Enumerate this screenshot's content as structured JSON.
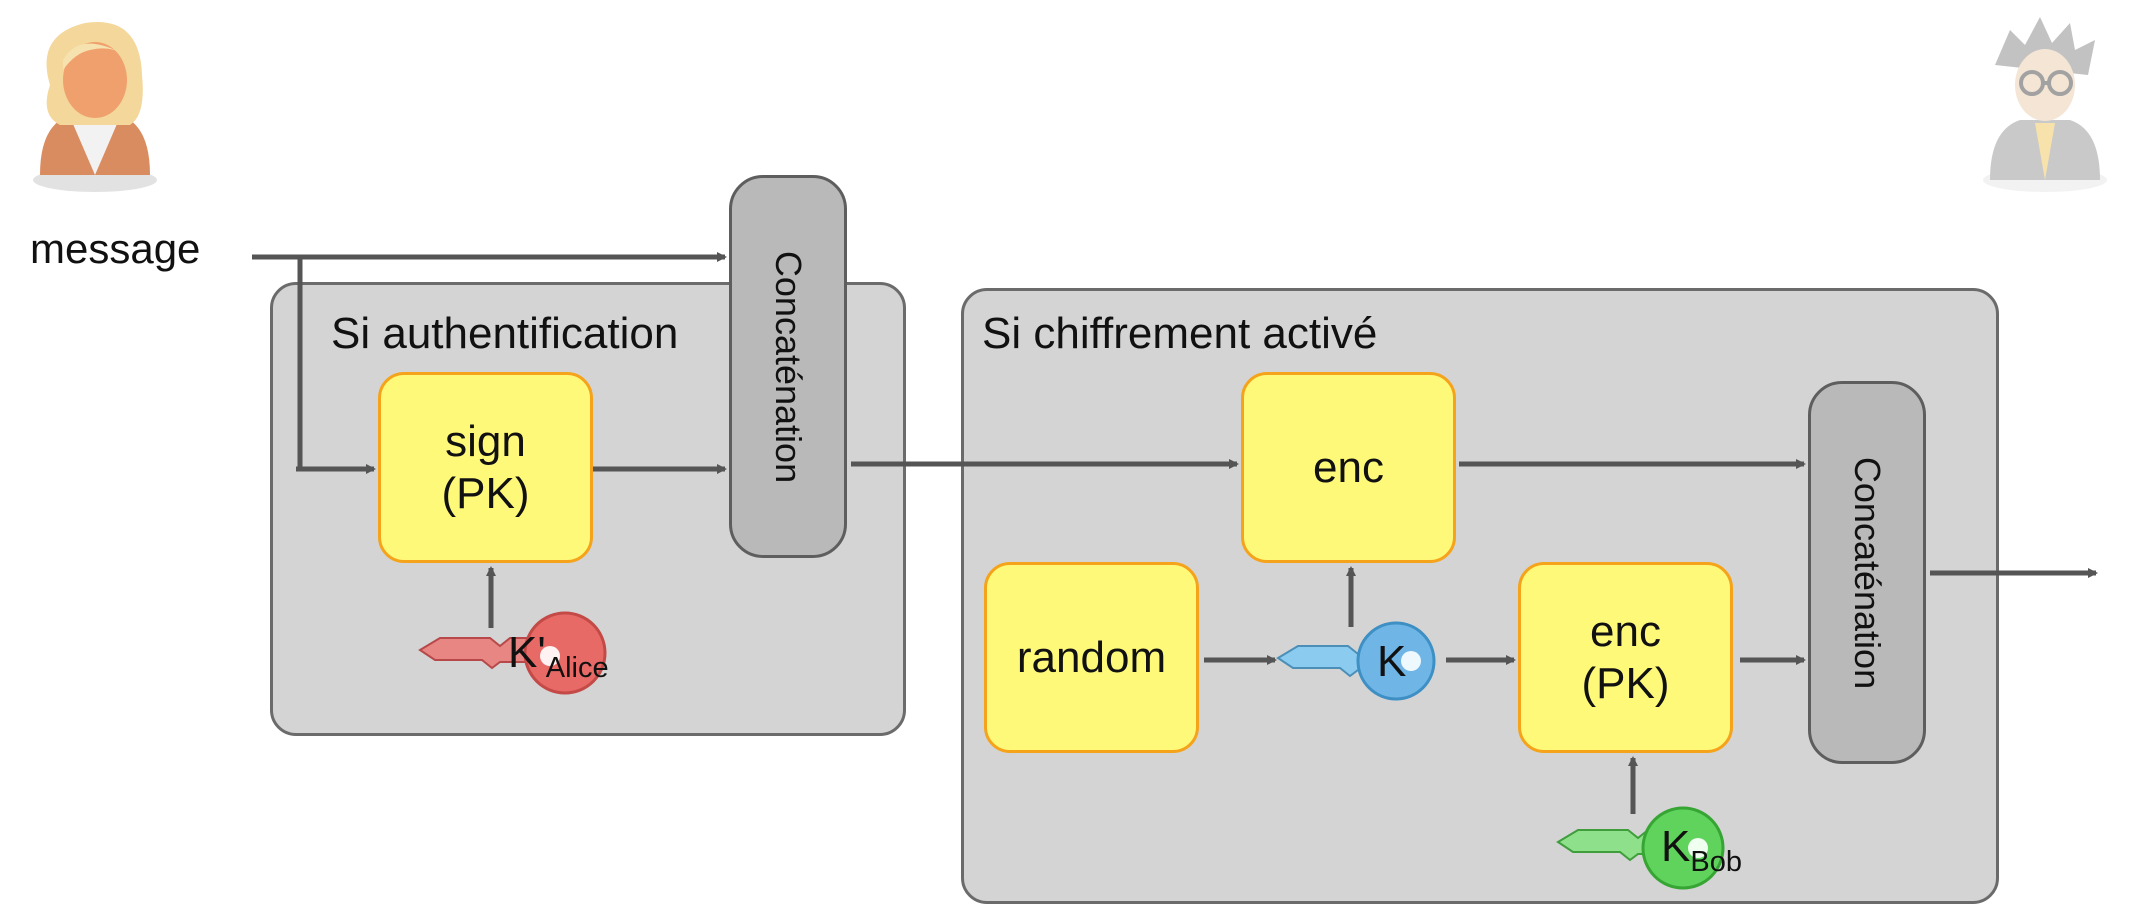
{
  "message_label": "message",
  "groups": {
    "auth": {
      "title": "Si authentification"
    },
    "enc": {
      "title": "Si chiffrement activé"
    }
  },
  "boxes": {
    "sign_line1": "sign",
    "sign_line2": "(PK)",
    "enc_top": "enc",
    "random": "random",
    "enc_pk_line1": "enc",
    "enc_pk_line2": "(PK)"
  },
  "concat_label": "Concaténation",
  "keys": {
    "alice": {
      "main": "K'",
      "sub": "Alice",
      "color": "#e86a66"
    },
    "session": {
      "main": "K",
      "sub": "",
      "color": "#6fb6e6"
    },
    "bob": {
      "main": "K",
      "sub": "Bob",
      "color": "#5fd35c"
    }
  },
  "colors": {
    "group_fill": "#d4d4d4",
    "box_fill": "#fff97a",
    "box_border": "#f5a31a",
    "concat_fill": "#b9b9b9",
    "arrow": "#555555"
  },
  "icons": {
    "alice": "alice-avatar-icon",
    "bob": "bob-avatar-icon"
  }
}
